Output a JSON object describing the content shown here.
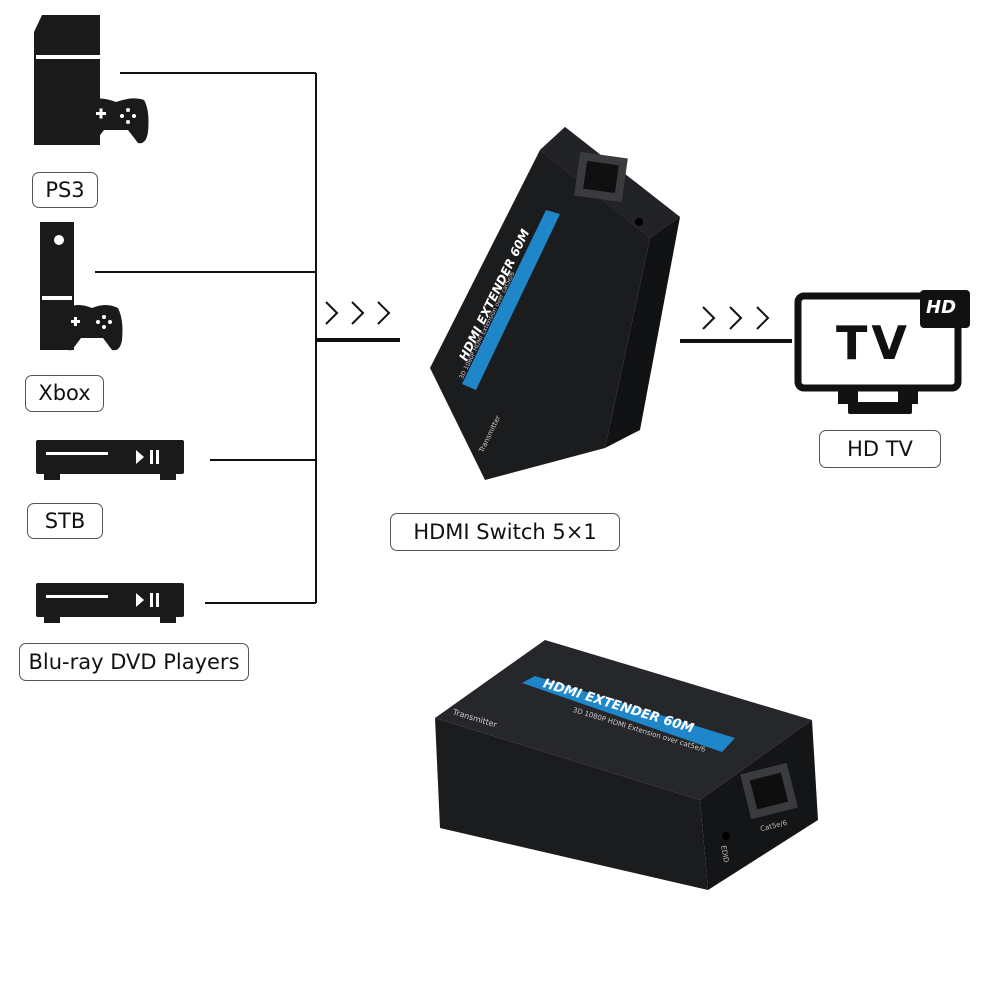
{
  "devices": [
    {
      "id": "ps3",
      "label": "PS3",
      "icon": "ps3-console-icon"
    },
    {
      "id": "xbox",
      "label": "Xbox",
      "icon": "xbox-console-icon"
    },
    {
      "id": "stb",
      "label": "STB",
      "icon": "set-top-box-icon"
    },
    {
      "id": "bluray",
      "label": "Blu-ray DVD Players",
      "icon": "dvd-player-icon"
    }
  ],
  "arrows_glyph": ">>>",
  "center_label": "HDMI Switch 5×1",
  "output": {
    "label": "HD TV",
    "tv_text": "TV",
    "hd_badge": "HD"
  },
  "product": {
    "badge": "HDMI EXTENDER 60M",
    "subtitle": "3D 1080P HDMI Extension over cat5e/6",
    "side_text": "Transmitter",
    "port_label": "Cat5e/6",
    "edid_label": "EDID"
  },
  "colors": {
    "line": "#111111",
    "badge": "#1f86c9",
    "box": "#1b1c1e",
    "label_border": "#555555"
  }
}
